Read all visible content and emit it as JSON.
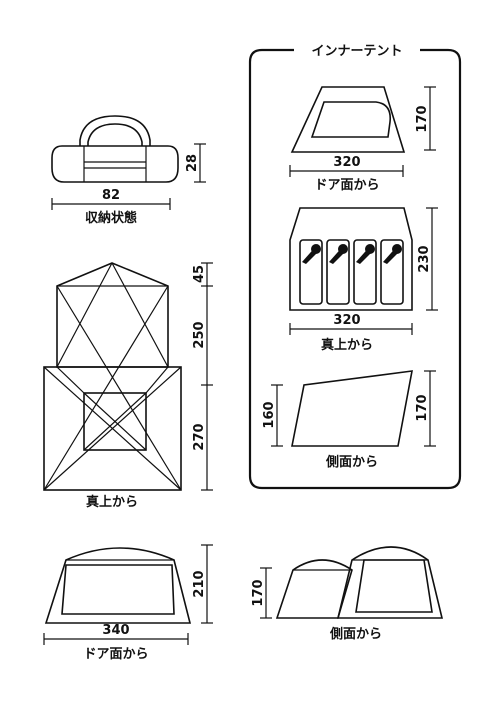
{
  "inner_tent": {
    "title": "インナーテント",
    "door_view": {
      "width": "320",
      "height": "170",
      "caption": "ドア面から"
    },
    "top_view": {
      "width": "320",
      "depth": "230",
      "caption": "真上から"
    },
    "side_view": {
      "low_height": "160",
      "high_height": "170",
      "caption": "側面から"
    }
  },
  "storage": {
    "length": "82",
    "height": "28",
    "caption": "収納状態"
  },
  "main_top": {
    "front": "45",
    "middle": "250",
    "rear": "270",
    "caption": "真上から"
  },
  "main_door": {
    "width": "340",
    "height": "210",
    "caption": "ドア面から"
  },
  "main_side": {
    "height": "170",
    "caption": "側面から"
  }
}
